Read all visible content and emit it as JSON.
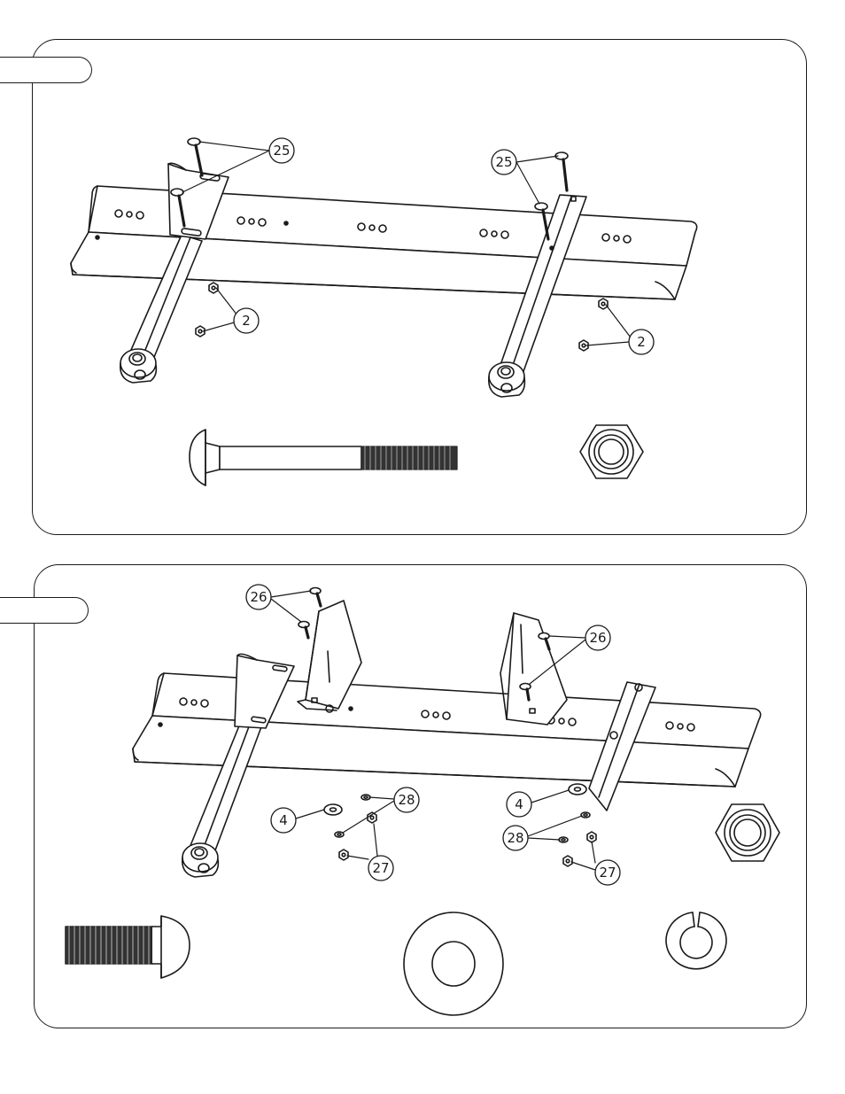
{
  "callouts": {
    "c25_left": "25",
    "c25_right": "25",
    "c2_left": "2",
    "c2_right": "2",
    "c26_left": "26",
    "c26_right": "26",
    "c4_left": "4",
    "c4_right": "4",
    "c28_left": "28",
    "c28_right": "28",
    "c27_left": "27",
    "c27_right": "27"
  },
  "colors": {
    "line": "#1a1a1a",
    "fill": "#ffffff",
    "thread": "#2a2a2a"
  }
}
